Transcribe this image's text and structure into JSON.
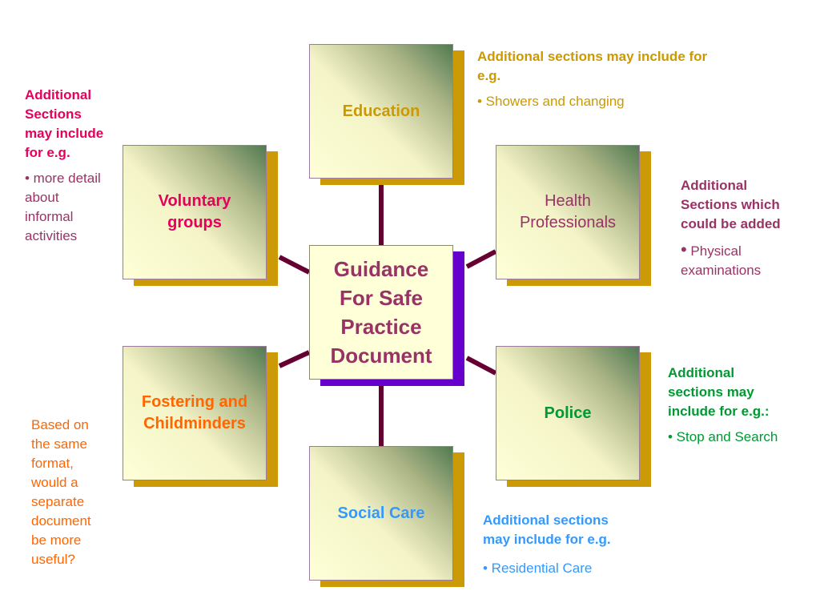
{
  "center": {
    "label": "Guidance\nFor Safe\nPractice\nDocument"
  },
  "nodes": {
    "education": "Education",
    "voluntary": "Voluntary groups",
    "health": "Health Professionals",
    "fostering": "Fostering and Childminders",
    "police": "Police",
    "social": "Social Care"
  },
  "notes": {
    "education": {
      "head": "Additional sections may include for\ne.g.",
      "bullet": "• Showers and changing"
    },
    "voluntary": {
      "head": "Additional\nSections\nmay include\nfor e.g.",
      "bullet": "• more detail\nabout\ninformal\nactivities"
    },
    "health": {
      "head": "Additional\nSections which\ncould be  added",
      "bullet": "•",
      "bullet_text": " Physical\nexaminations"
    },
    "police": {
      "head": "Additional\nsections may\ninclude for e.g.:",
      "bullet": "• Stop and Search"
    },
    "social": {
      "head": "Additional sections\nmay include for e.g.",
      "bullet": "• Residential Care"
    },
    "fostering": {
      "question": "Based on\nthe same\nformat,\nwould a\nseparate\ndocument\nbe more\nuseful?"
    }
  },
  "colors": {
    "connector": "#660033",
    "education": "#cc9900",
    "voluntary": "#e6005c",
    "health": "#993366",
    "fostering": "#ff6600",
    "police": "#009933",
    "social": "#3399ff"
  }
}
